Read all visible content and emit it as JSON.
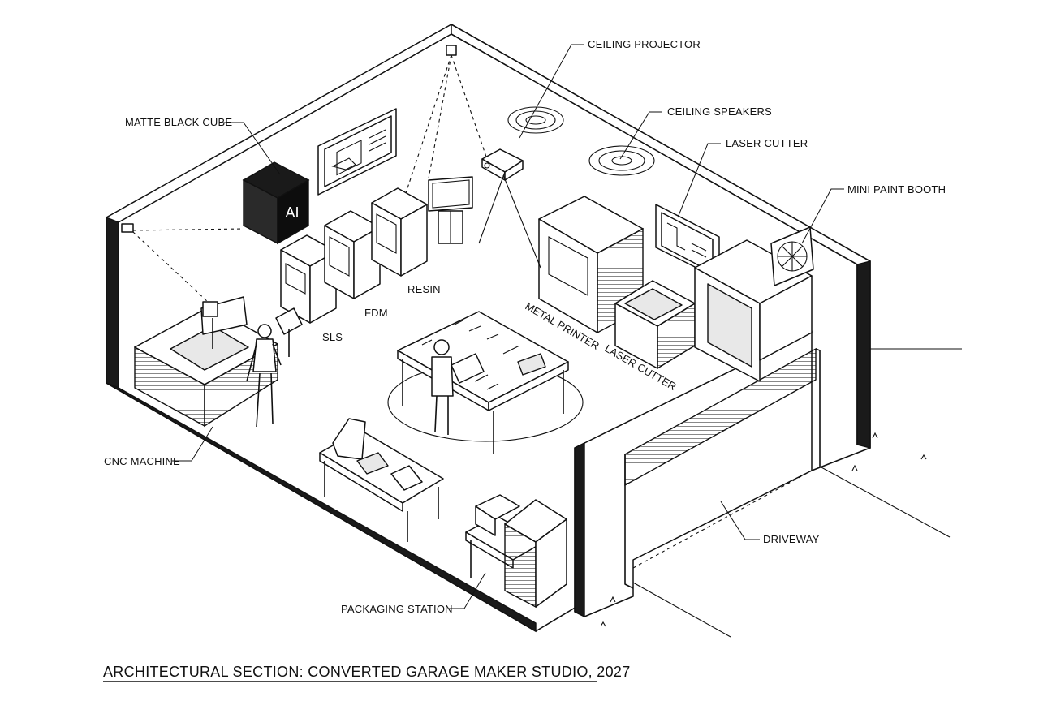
{
  "title": "ARCHITECTURAL SECTION: CONVERTED GARAGE MAKER STUDIO, 2027",
  "labels": {
    "ceiling_projector": "CEILING PROJECTOR",
    "matte_black_cube": "MATTE BLACK CUBE",
    "ceiling_speakers": "CEILING SPEAKERS",
    "laser_cutter_top": "LASER CUTTER",
    "mini_paint_booth": "MINI PAINT BOOTH",
    "resin": "RESIN",
    "fdm": "FDM",
    "sls": "SLS",
    "metal_printer": "METAL PRINTER",
    "laser_cutter_machine": "LASER CUTTER",
    "cnc_machine": "CNC MACHINE",
    "driveway": "DRIVEWAY",
    "packaging_station": "PACKAGING STATION"
  },
  "cube_text": "AI",
  "icons": [
    "projector-icon",
    "speaker-icon",
    "camera-icon"
  ]
}
